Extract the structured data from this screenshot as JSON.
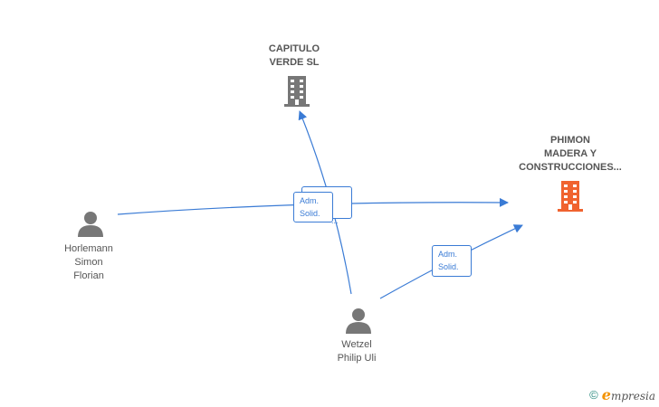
{
  "nodes": {
    "capitulo": {
      "label": "CAPITULO\nVERDE  SL",
      "type": "company",
      "color": "#777777",
      "icon": "building-icon"
    },
    "phimon": {
      "label": "PHIMON\nMADERA Y\nCONSTRUCCIONES...",
      "type": "company",
      "color": "#f0632f",
      "icon": "building-icon"
    },
    "horlemann": {
      "label": "Horlemann\nSimon\nFlorian",
      "type": "person",
      "color": "#777777",
      "icon": "person-icon"
    },
    "wetzel": {
      "label": "Wetzel\nPhilip Uli",
      "type": "person",
      "color": "#777777",
      "icon": "person-icon"
    }
  },
  "edges": [
    {
      "from": "wetzel",
      "to": "capitulo",
      "label": "Adm.\nSolid."
    },
    {
      "from": "horlemann",
      "to": "phimon",
      "label": "Adm.\nSolid."
    },
    {
      "from": "wetzel",
      "to": "phimon",
      "label": "Adm.\nSolid."
    }
  ],
  "stacked_label_text": "...",
  "edge_color": "#3a7bd5",
  "footer": {
    "copyright_symbol": "©",
    "brand_initial": "e",
    "brand_rest": "mpresia"
  }
}
